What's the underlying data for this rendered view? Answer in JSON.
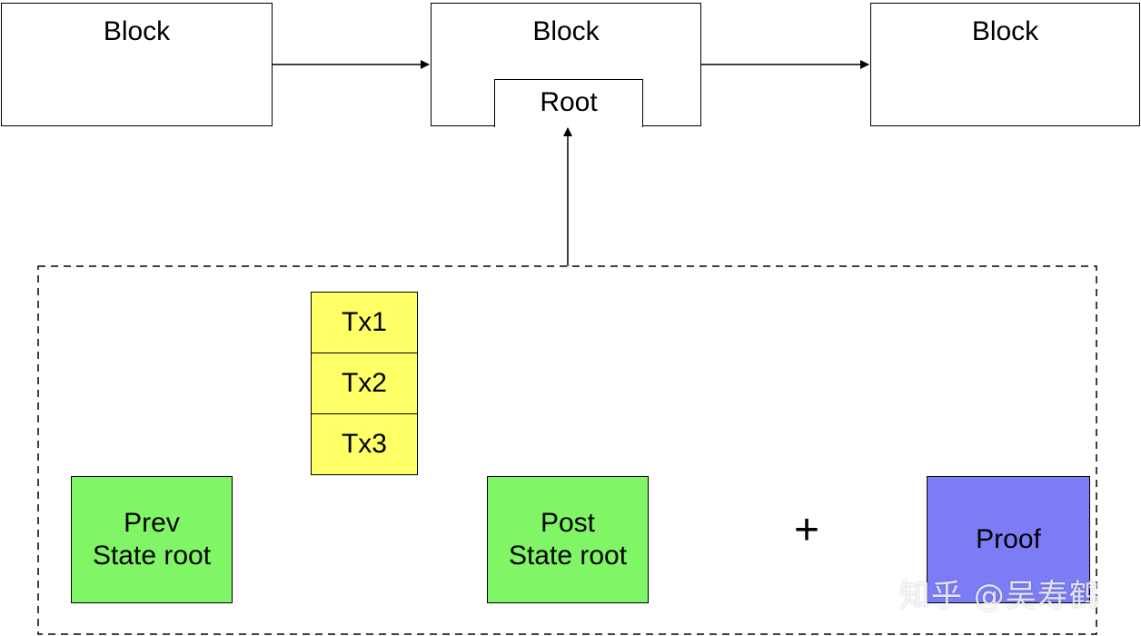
{
  "blocks": [
    {
      "label": "Block"
    },
    {
      "label": "Block",
      "root_label": "Root"
    },
    {
      "label": "Block"
    }
  ],
  "transactions": [
    "Tx1",
    "Tx2",
    "Tx3"
  ],
  "prev_state": {
    "line1": "Prev",
    "line2": "State root"
  },
  "post_state": {
    "line1": "Post",
    "line2": "State root"
  },
  "plus_symbol": "+",
  "proof_label": "Proof",
  "watermark": "知乎 @吴寿鹤",
  "colors": {
    "tx_fill": "#ffff66",
    "state_fill": "#80f566",
    "proof_fill": "#7b7cf6"
  }
}
